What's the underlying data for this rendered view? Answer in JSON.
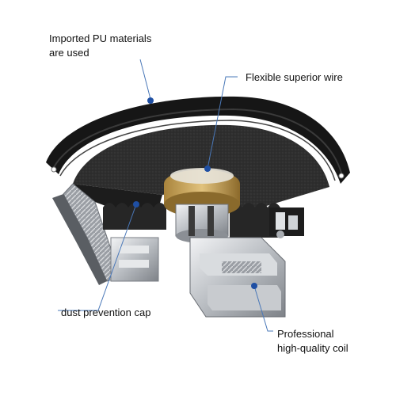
{
  "labels": {
    "pu_materials": [
      "Imported PU materials",
      "are used"
    ],
    "superior_wire": "Flexible superior wire",
    "dust_cap": "dust prevention cap",
    "coil": [
      "Professional",
      "high-quality coil"
    ]
  },
  "colors": {
    "leader": "#4a78b8",
    "dot": "#1f4fa3",
    "cone": "#2b2b2b",
    "surround": "#1a1a1a",
    "basket": "#c9ccd0",
    "voice_coil": "#c9a35a",
    "text": "#111111"
  }
}
